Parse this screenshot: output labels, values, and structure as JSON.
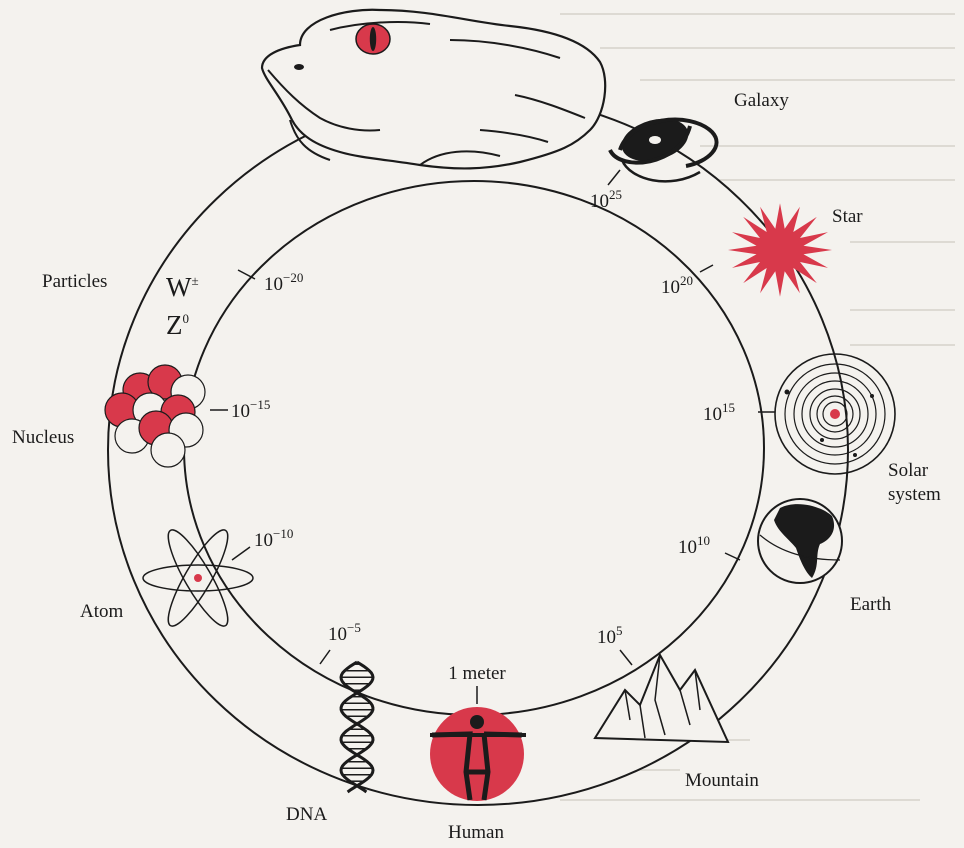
{
  "diagram": {
    "labels": {
      "galaxy": "Galaxy",
      "star": "Star",
      "solar_system_line1": "Solar",
      "solar_system_line2": "system",
      "earth": "Earth",
      "mountain": "Mountain",
      "human": "Human",
      "dna": "DNA",
      "atom": "Atom",
      "nucleus": "Nucleus",
      "particles": "Particles",
      "one_meter": "1 meter"
    },
    "scale_ticks": [
      {
        "id": "10e25",
        "base": "10",
        "exponent": "25"
      },
      {
        "id": "10e20",
        "base": "10",
        "exponent": "20"
      },
      {
        "id": "10e15",
        "base": "10",
        "exponent": "15"
      },
      {
        "id": "10e10",
        "base": "10",
        "exponent": "10"
      },
      {
        "id": "10e5",
        "base": "10",
        "exponent": "5"
      },
      {
        "id": "10e-5",
        "base": "10",
        "exponent": "−5"
      },
      {
        "id": "10e-10",
        "base": "10",
        "exponent": "−10"
      },
      {
        "id": "10e-15",
        "base": "10",
        "exponent": "−15"
      },
      {
        "id": "10e-20",
        "base": "10",
        "exponent": "−20"
      }
    ],
    "particle_symbols": {
      "w_base": "W",
      "w_sup": "±",
      "z_base": "Z",
      "z_sup": "0"
    },
    "colors": {
      "accent_red": "#d8394b",
      "ink": "#1b1b1b",
      "paper": "#f4f2ee"
    }
  }
}
